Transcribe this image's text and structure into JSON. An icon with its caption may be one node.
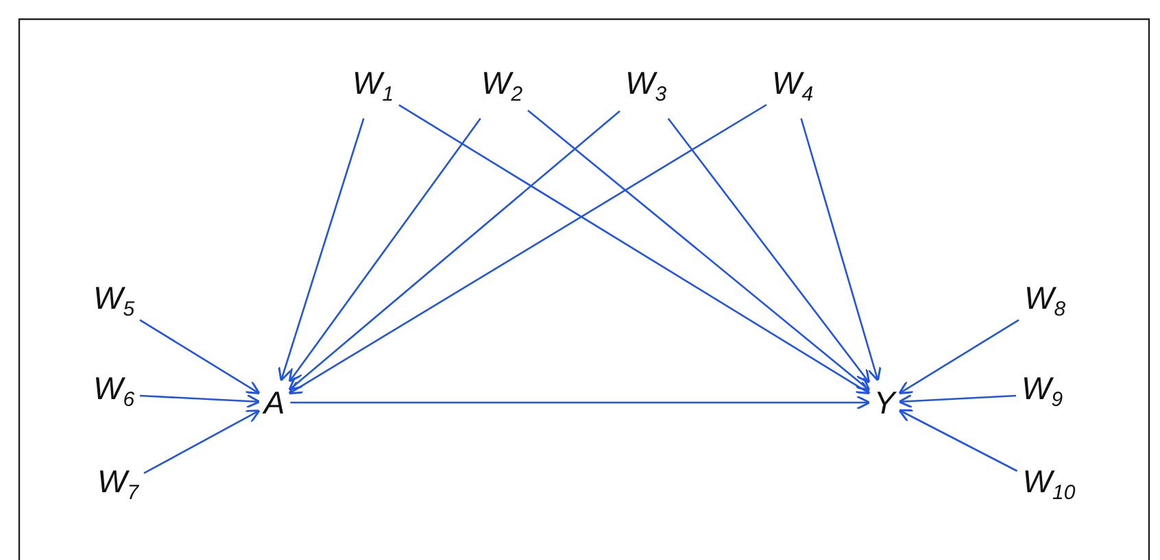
{
  "diagram": {
    "nodes": [
      {
        "text": [
          "W$_{1}$"
        ]
      },
      {
        "text": [
          "W$_{2}$"
        ]
      },
      {
        "text": [
          "W$_{3}$"
        ]
      },
      {
        "text": [
          "W$_{4}$"
        ]
      },
      {
        "text": [
          "W$_{5}$"
        ]
      },
      {
        "text": [
          "W$_{6}$"
        ]
      },
      {
        "text": [
          "W$_{7}$"
        ]
      },
      {
        "text": [
          "A"
        ]
      },
      {
        "text": [
          "Y"
        ]
      },
      {
        "text": [
          "W$_{8}$"
        ]
      },
      {
        "text": [
          "W$_{9}$"
        ]
      },
      {
        "text": [
          "W$_{10}$"
        ]
      }
    ],
    "edges": [
      {
        "from": 0,
        "to": 7,
        "arrow": "to"
      },
      {
        "from": 0,
        "to": 8,
        "arrow": "to"
      },
      {
        "from": 1,
        "to": 7,
        "arrow": "to"
      },
      {
        "from": 1,
        "to": 8,
        "arrow": "to"
      },
      {
        "from": 2,
        "to": 7,
        "arrow": "to"
      },
      {
        "from": 2,
        "to": 8,
        "arrow": "to"
      },
      {
        "from": 3,
        "to": 7,
        "arrow": "to"
      },
      {
        "from": 3,
        "to": 8,
        "arrow": "to"
      },
      {
        "from": 4,
        "to": 7,
        "arrow": "to"
      },
      {
        "from": 5,
        "to": 7,
        "arrow": "to"
      },
      {
        "from": 6,
        "to": 7,
        "arrow": "to"
      },
      {
        "from": 9,
        "to": 8,
        "arrow": "to"
      },
      {
        "from": 10,
        "to": 8,
        "arrow": "to"
      },
      {
        "from": 11,
        "to": 8,
        "arrow": "to"
      },
      {
        "from": 7,
        "to": 8,
        "arrow": "to"
      }
    ]
  }
}
